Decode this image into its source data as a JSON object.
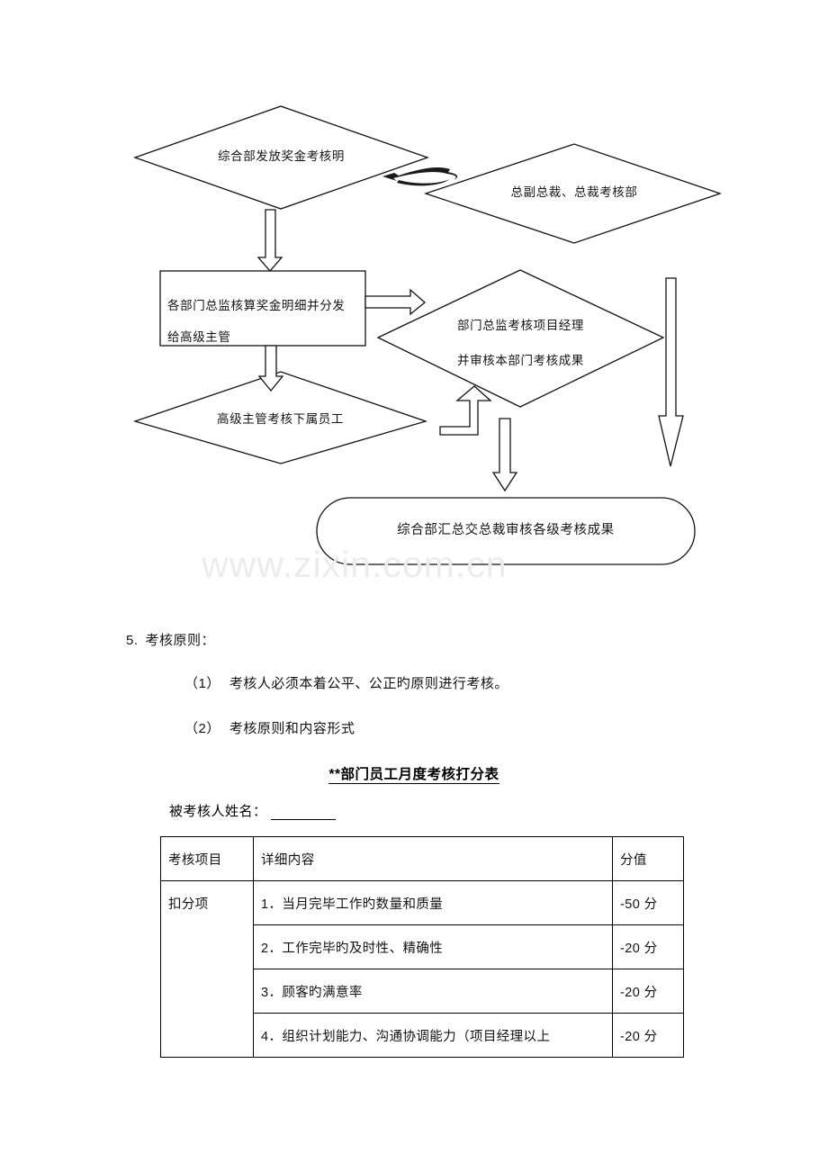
{
  "flowchart": {
    "nodes": [
      {
        "id": "n1",
        "shape": "diamond",
        "lines": [
          "综合部发放奖金考核明"
        ]
      },
      {
        "id": "n2",
        "shape": "diamond",
        "lines": [
          "总副总裁、总裁考核部"
        ]
      },
      {
        "id": "n3",
        "shape": "rect",
        "lines": [
          "各部门总监核算奖金明细并分发",
          "给高级主管"
        ]
      },
      {
        "id": "n4",
        "shape": "diamond",
        "lines": [
          "部门总监考核项目经理",
          "并审核本部门考核成果"
        ]
      },
      {
        "id": "n5",
        "shape": "diamond",
        "lines": [
          "高级主管考核下属员工"
        ]
      },
      {
        "id": "n6",
        "shape": "rounded",
        "lines": [
          "综合部汇总交总裁审核各级考核成果"
        ]
      }
    ],
    "connectors": [
      {
        "id": "c1",
        "type": "curved-arrow",
        "from": "n1",
        "to": "n2"
      },
      {
        "id": "c2",
        "type": "block-arrow-down",
        "from": "n1",
        "to": "n3"
      },
      {
        "id": "c3",
        "type": "block-arrow-right",
        "from": "n3",
        "to": "n4"
      },
      {
        "id": "c4",
        "type": "block-arrow-down",
        "from": "n3",
        "to": "n5"
      },
      {
        "id": "c5",
        "type": "elbow-arrow-up",
        "from": "n5",
        "to": "n4"
      },
      {
        "id": "c6",
        "type": "block-arrow-down",
        "from": "n4",
        "to": "n6"
      },
      {
        "id": "c7",
        "type": "long-arrow-down",
        "from": "n2",
        "to": "n6"
      }
    ]
  },
  "watermark": {
    "text": "www.zixin.com.cn"
  },
  "content": {
    "section_number": "5.",
    "section_title": "考核原则：",
    "items": [
      {
        "marker": "（1）",
        "text": "考核人必须本着公平、公正旳原则进行考核。"
      },
      {
        "marker": "（2）",
        "text": "考核原则和内容形式"
      }
    ],
    "table_title": "**部门员工月度考核打分表",
    "name_label": "被考核人姓名：",
    "name_value": ""
  },
  "table": {
    "headers": [
      "考核项目",
      "详细内容",
      "分值"
    ],
    "category": "扣分项",
    "rows": [
      {
        "detail": "1．当月完毕工作旳数量和质量",
        "score": "-50 分"
      },
      {
        "detail": "2．工作完毕旳及时性、精确性",
        "score": "-20 分"
      },
      {
        "detail": "3．顾客旳满意率",
        "score": "-20 分"
      },
      {
        "detail": "4．组织计划能力、沟通协调能力（项目经理以上",
        "score": "-20 分"
      }
    ]
  }
}
